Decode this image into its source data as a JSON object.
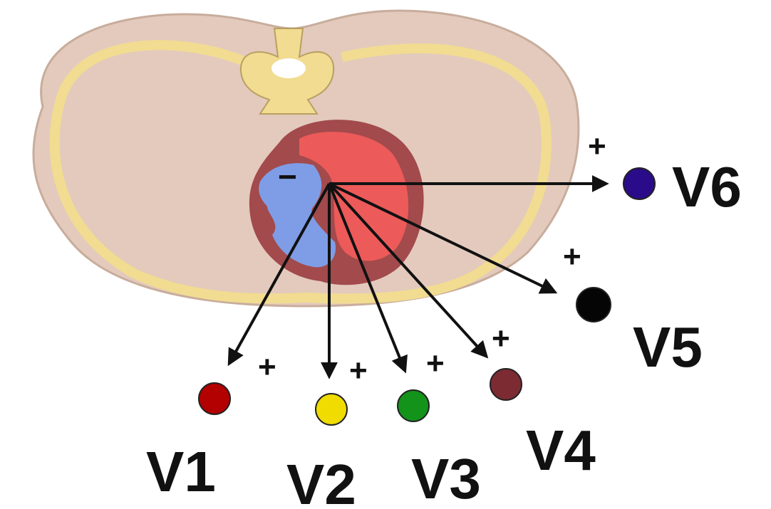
{
  "colors": {
    "torso_fill": "#e3cabd",
    "torso_edge": "#c8ad9c",
    "bone": "#f1dc91",
    "bone_edge": "#b9a060",
    "pericardium": "#a24a4c",
    "left_ventricle": "#ec5a5a",
    "right_ventricle": "#7f9de6",
    "arrow": "#111111"
  },
  "heart_sign": "−",
  "leads": [
    {
      "label": "V1",
      "plus": "+",
      "color": "#b30000"
    },
    {
      "label": "V2",
      "plus": "+",
      "color": "#f0dc00"
    },
    {
      "label": "V3",
      "plus": "+",
      "color": "#13931a"
    },
    {
      "label": "V4",
      "plus": "+",
      "color": "#7d2b32"
    },
    {
      "label": "V5",
      "plus": "+",
      "color": "#050505"
    },
    {
      "label": "V6",
      "plus": "+",
      "color": "#2a0c8a"
    }
  ]
}
